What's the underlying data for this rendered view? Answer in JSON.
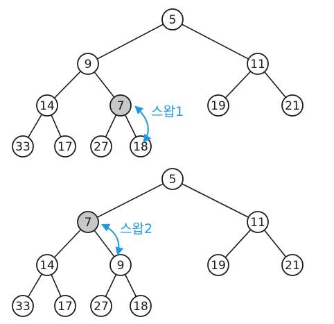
{
  "colors": {
    "line": "#1a1a1a",
    "highlight_fill": "#c8c8c8",
    "node_fill": "#ffffff",
    "swap_accent": "#1e9be0"
  },
  "trees": [
    {
      "id": "tree-1",
      "nodes": [
        {
          "id": "a",
          "label": "5"
        },
        {
          "id": "b",
          "label": "9"
        },
        {
          "id": "c",
          "label": "11"
        },
        {
          "id": "d",
          "label": "14"
        },
        {
          "id": "e",
          "label": "7",
          "highlight": true
        },
        {
          "id": "f",
          "label": "19"
        },
        {
          "id": "g",
          "label": "21"
        },
        {
          "id": "h",
          "label": "33"
        },
        {
          "id": "i",
          "label": "17"
        },
        {
          "id": "j",
          "label": "27"
        },
        {
          "id": "k",
          "label": "18"
        }
      ],
      "edges": [
        [
          "a",
          "b"
        ],
        [
          "a",
          "c"
        ],
        [
          "b",
          "d"
        ],
        [
          "b",
          "e"
        ],
        [
          "c",
          "f"
        ],
        [
          "c",
          "g"
        ],
        [
          "d",
          "h"
        ],
        [
          "d",
          "i"
        ],
        [
          "e",
          "j"
        ],
        [
          "e",
          "k"
        ]
      ],
      "swap": {
        "label": "스왑1",
        "from": "e",
        "to": "k"
      }
    },
    {
      "id": "tree-2",
      "nodes": [
        {
          "id": "a",
          "label": "5"
        },
        {
          "id": "b",
          "label": "7",
          "highlight": true
        },
        {
          "id": "c",
          "label": "11"
        },
        {
          "id": "d",
          "label": "14"
        },
        {
          "id": "e",
          "label": "9"
        },
        {
          "id": "f",
          "label": "19"
        },
        {
          "id": "g",
          "label": "21"
        },
        {
          "id": "h",
          "label": "33"
        },
        {
          "id": "i",
          "label": "17"
        },
        {
          "id": "j",
          "label": "27"
        },
        {
          "id": "k",
          "label": "18"
        }
      ],
      "edges": [
        [
          "a",
          "b"
        ],
        [
          "a",
          "c"
        ],
        [
          "b",
          "d"
        ],
        [
          "b",
          "e"
        ],
        [
          "c",
          "f"
        ],
        [
          "c",
          "g"
        ],
        [
          "d",
          "h"
        ],
        [
          "d",
          "i"
        ],
        [
          "e",
          "j"
        ],
        [
          "e",
          "k"
        ]
      ],
      "swap": {
        "label": "스왑2",
        "from": "b",
        "to": "e"
      }
    }
  ]
}
